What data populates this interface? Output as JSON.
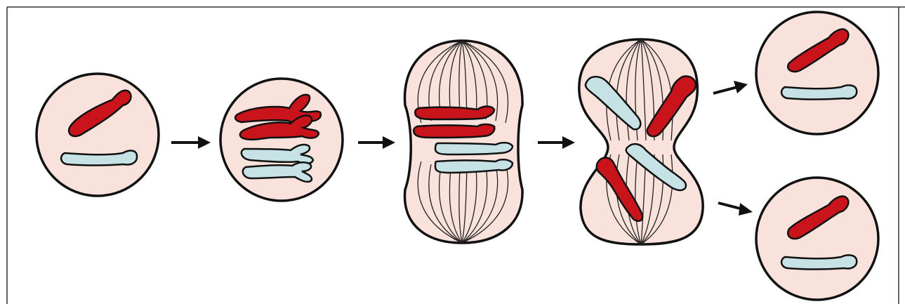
{
  "colors": {
    "cytoplasm": "#f9e1dc",
    "outline": "#111111",
    "chromosome_red": "#c9141c",
    "chromosome_blue": "#c7e2e4",
    "arrow": "#111111",
    "frame": "#333333",
    "spindle": "#222222"
  },
  "diagram": {
    "stages": [
      {
        "name": "interphase-cell",
        "chromosomes": [
          "single-red",
          "single-blue"
        ]
      },
      {
        "name": "prophase-cell",
        "chromosomes": [
          "duplicated-red",
          "duplicated-blue"
        ]
      },
      {
        "name": "metaphase-cell",
        "chromosomes": [
          "duplicated-red",
          "duplicated-blue"
        ]
      },
      {
        "name": "anaphase-cell",
        "chromosomes": [
          "single-blue",
          "single-red",
          "single-blue",
          "single-red"
        ]
      },
      {
        "name": "daughter-cell-top",
        "chromosomes": [
          "single-red",
          "single-blue"
        ]
      },
      {
        "name": "daughter-cell-bottom",
        "chromosomes": [
          "single-red",
          "single-blue"
        ]
      }
    ],
    "arrow_count": 5,
    "icons": [
      "arrow-right-icon"
    ]
  }
}
